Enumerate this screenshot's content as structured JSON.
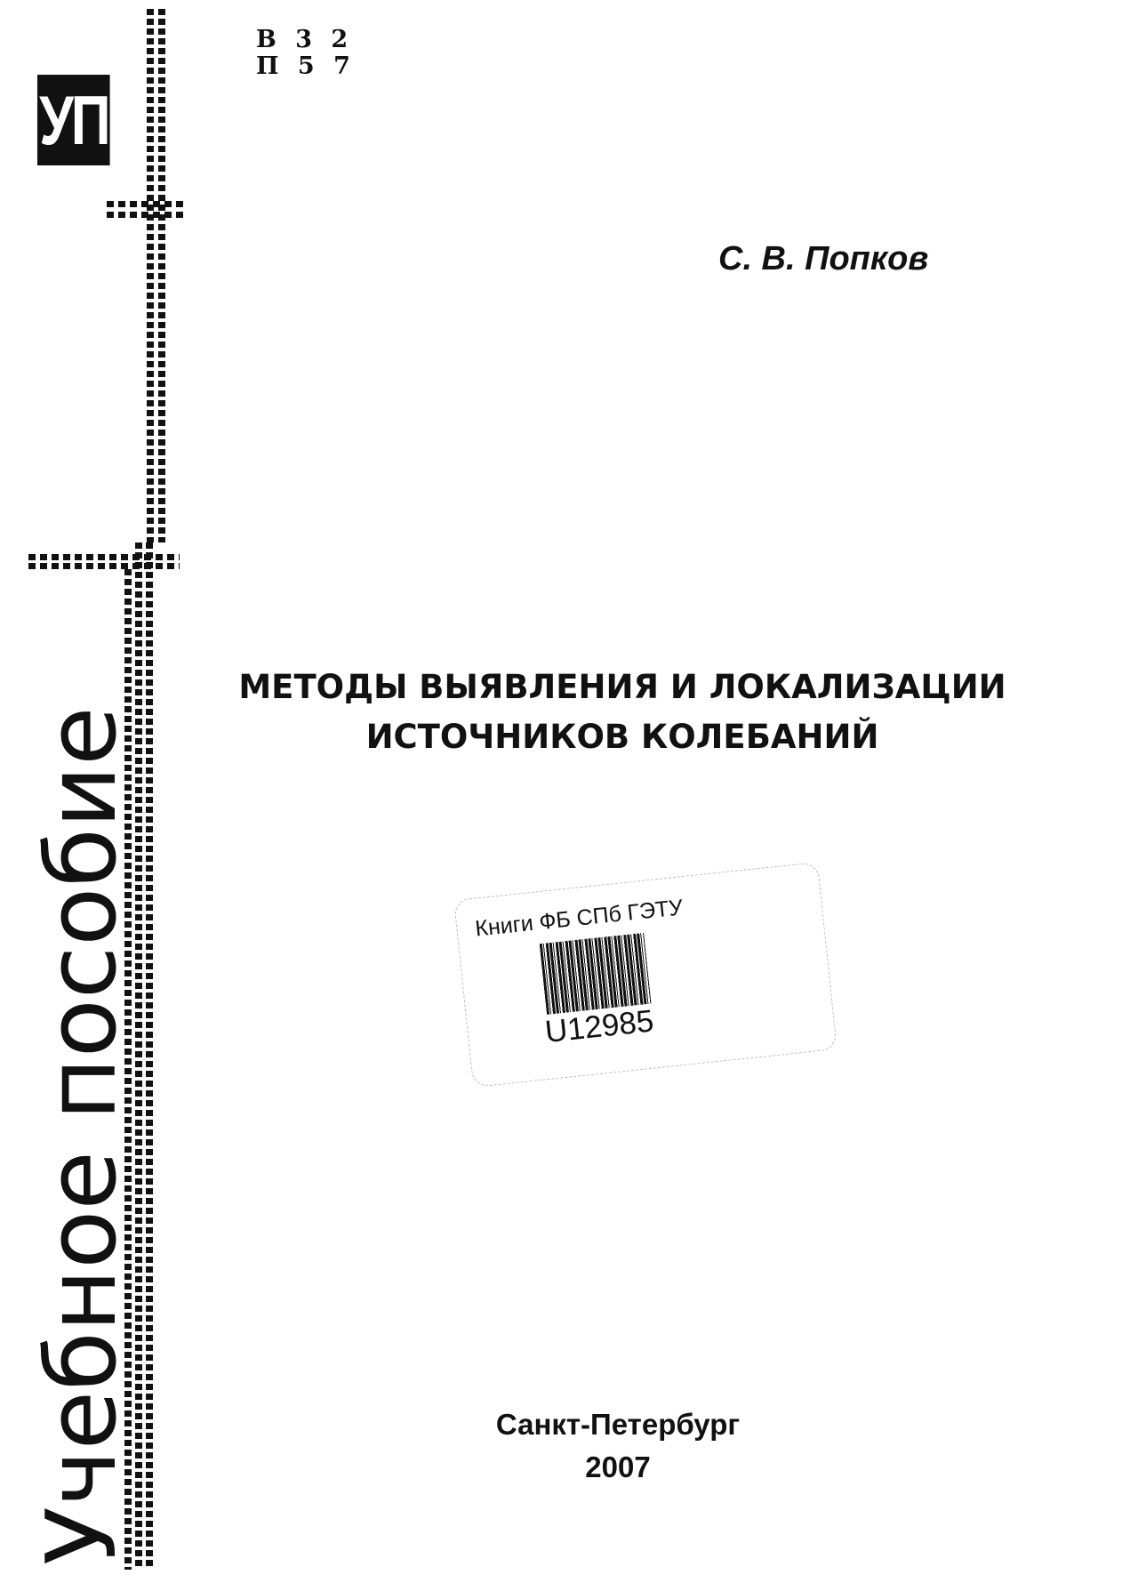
{
  "series_logo": "УП",
  "classification_code": [
    "В 3 2",
    "П 5 7"
  ],
  "series_label": "Учебное пособие",
  "author": "С. В. Попков",
  "title": [
    "МЕТОДЫ ВЫЯВЛЕНИЯ И ЛОКАЛИЗАЦИИ",
    "ИСТОЧНИКОВ КОЛЕБАНИЙ"
  ],
  "library_stamp": {
    "label": "Книги ФБ СПб ГЭТУ",
    "barcode_number": "U12985"
  },
  "publication": {
    "city": "Санкт-Петербург",
    "year": "2007"
  }
}
